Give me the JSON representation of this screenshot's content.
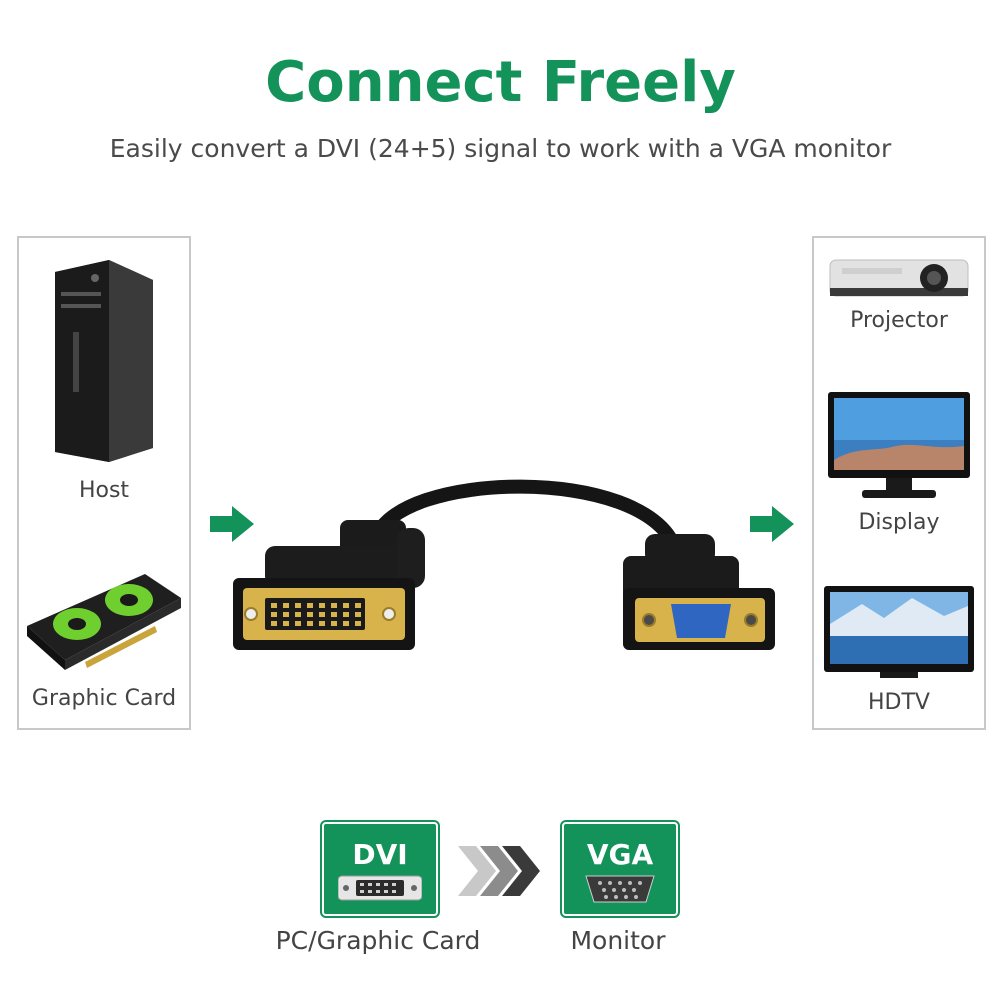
{
  "colors": {
    "accent": "#13925a",
    "cable": "#151515",
    "gold": "#d8b24a",
    "vga_blue": "#2f66c2"
  },
  "header": {
    "title": "Connect Freely",
    "subtitle": "Easily convert a DVI (24+5) signal to work with a VGA monitor"
  },
  "sources": {
    "items": [
      {
        "label": "Host",
        "icon": "desktop-tower-icon"
      },
      {
        "label": "Graphic Card",
        "icon": "graphics-card-icon"
      }
    ]
  },
  "destinations": {
    "items": [
      {
        "label": "Projector",
        "icon": "projector-icon"
      },
      {
        "label": "Display",
        "icon": "monitor-icon"
      },
      {
        "label": "HDTV",
        "icon": "tv-icon"
      }
    ]
  },
  "flow": {
    "from": {
      "badge": "DVI",
      "label": "PC/Graphic Card",
      "icon": "dvi-port-icon"
    },
    "to": {
      "badge": "VGA",
      "label": "Monitor",
      "icon": "vga-port-icon"
    }
  }
}
